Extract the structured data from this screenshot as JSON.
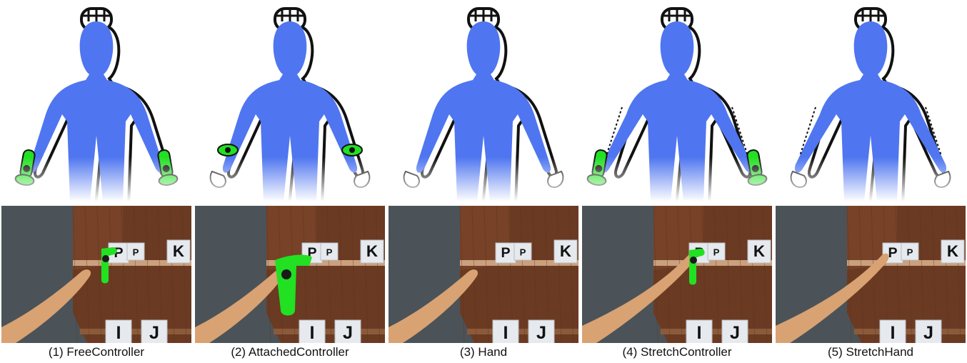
{
  "figure": {
    "panels": [
      {
        "caption": "(1) FreeController",
        "controller": "free",
        "hand_visible": false,
        "stretch": false
      },
      {
        "caption": "(2) AttachedController",
        "controller": "attached",
        "hand_visible": true,
        "stretch": false
      },
      {
        "caption": "(3) Hand",
        "controller": "none",
        "hand_visible": true,
        "stretch": false
      },
      {
        "caption": "(4) StretchController",
        "controller": "free",
        "hand_visible": false,
        "stretch": true
      },
      {
        "caption": "(5) StretchHand",
        "controller": "none",
        "hand_visible": true,
        "stretch": true
      }
    ],
    "scene_letters": {
      "top_left": "P",
      "top_left_mirror": "P",
      "top_right": "K",
      "bottom_left": "I",
      "bottom_right": "J"
    },
    "colors": {
      "body": "#4f76f0",
      "controller": "#22e022",
      "outline": "#111111",
      "wood": "#6b3a22",
      "wall": "#4b5358",
      "cube": "#e6e9ee",
      "skin": "#d9a273"
    }
  }
}
